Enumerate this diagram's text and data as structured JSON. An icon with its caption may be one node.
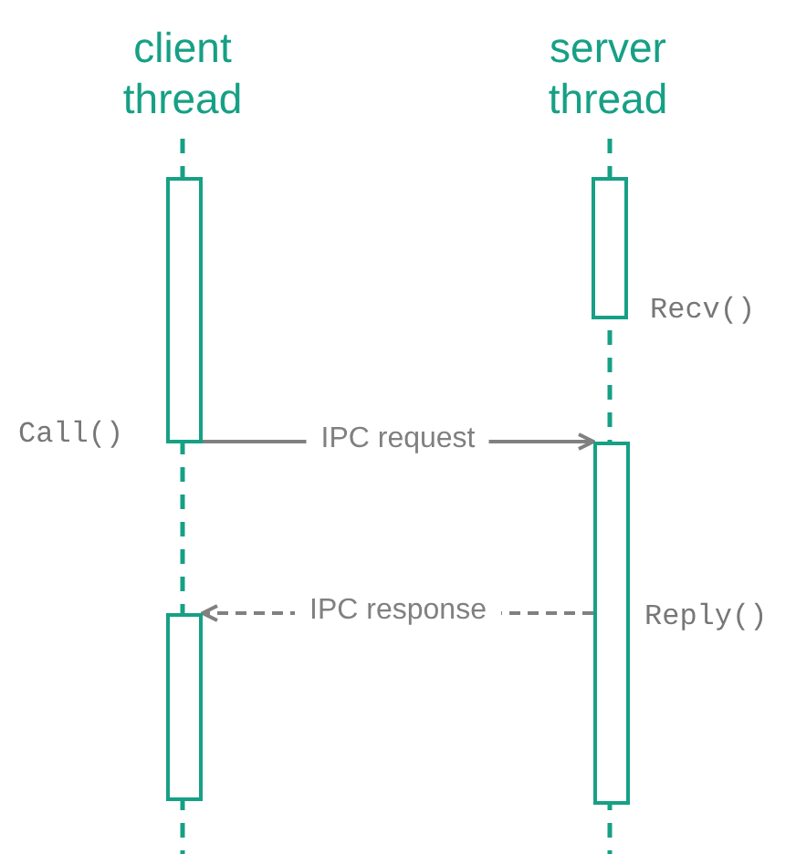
{
  "diagram": {
    "nodes": [
      {
        "text": [
          "client thread"
        ]
      },
      {
        "text": [
          "server thread"
        ]
      },
      {
        "text": [],
        "shape": "bar",
        "beside": [
          "Call()"
        ]
      },
      {
        "text": [],
        "shape": "bar",
        "beside": [
          "Recv()"
        ]
      },
      {
        "text": [],
        "shape": "bar",
        "beside": [
          "Reply()"
        ]
      },
      {
        "text": [],
        "shape": "bar"
      }
    ],
    "edges": [
      {
        "from": 2,
        "to": 4,
        "arrow": "to",
        "label": "IPC request"
      },
      {
        "from": 4,
        "to": 5,
        "arrow": "to",
        "label": "IPC response",
        "style": "dashed"
      }
    ]
  }
}
